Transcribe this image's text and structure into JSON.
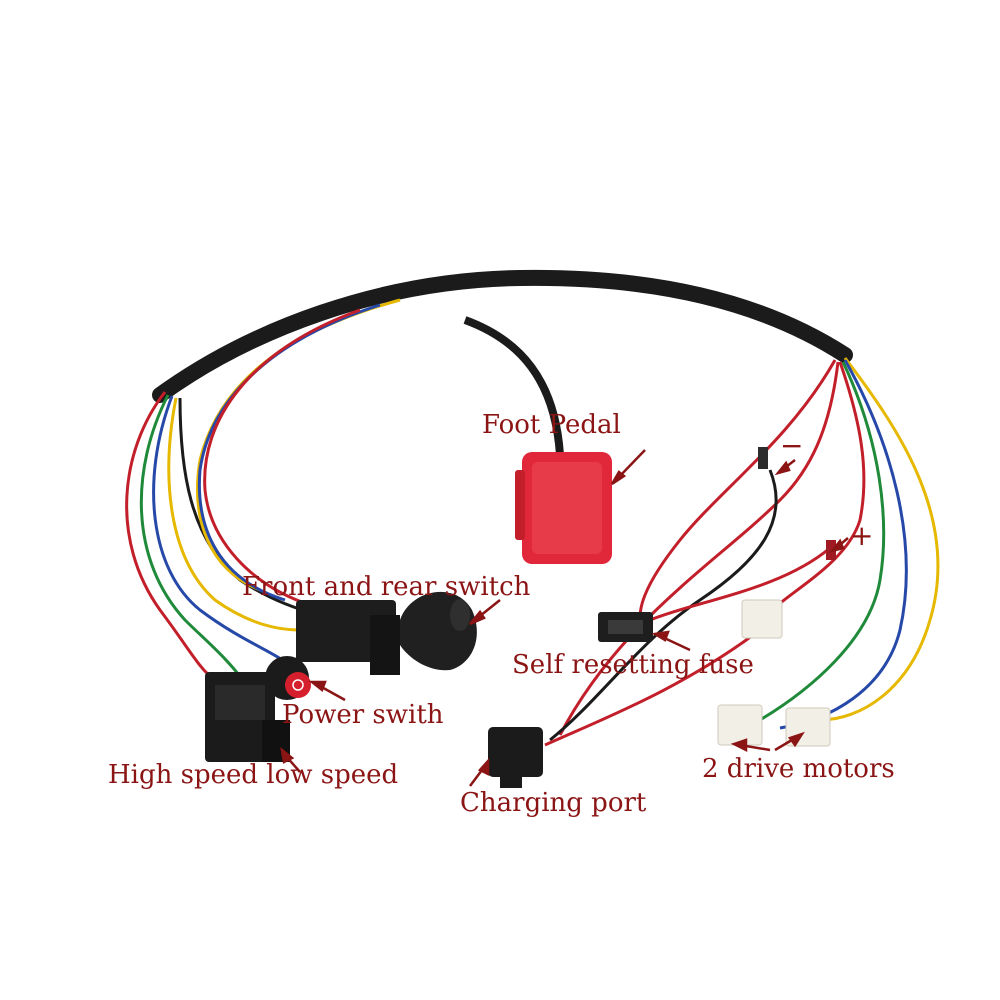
{
  "labels": {
    "foot_pedal": "Foot Pedal",
    "front_rear_switch": "Front and rear switch",
    "self_resetting_fuse": "Self resetting fuse",
    "power_switch": "Power swith",
    "high_low_speed": "High speed low speed",
    "charging_port": "Charging port",
    "drive_motors": "2 drive motors",
    "minus_sign": "−",
    "plus_sign": "+"
  },
  "colors": {
    "annotation": "#8b1414",
    "wire_black": "#1b1b1b",
    "wire_red": "#c21f2a",
    "wire_yellow": "#e6b800",
    "wire_green": "#1f8a3a",
    "wire_blue": "#2648a8",
    "pedal": "#e0283a",
    "connector_white": "#f2efe6"
  }
}
